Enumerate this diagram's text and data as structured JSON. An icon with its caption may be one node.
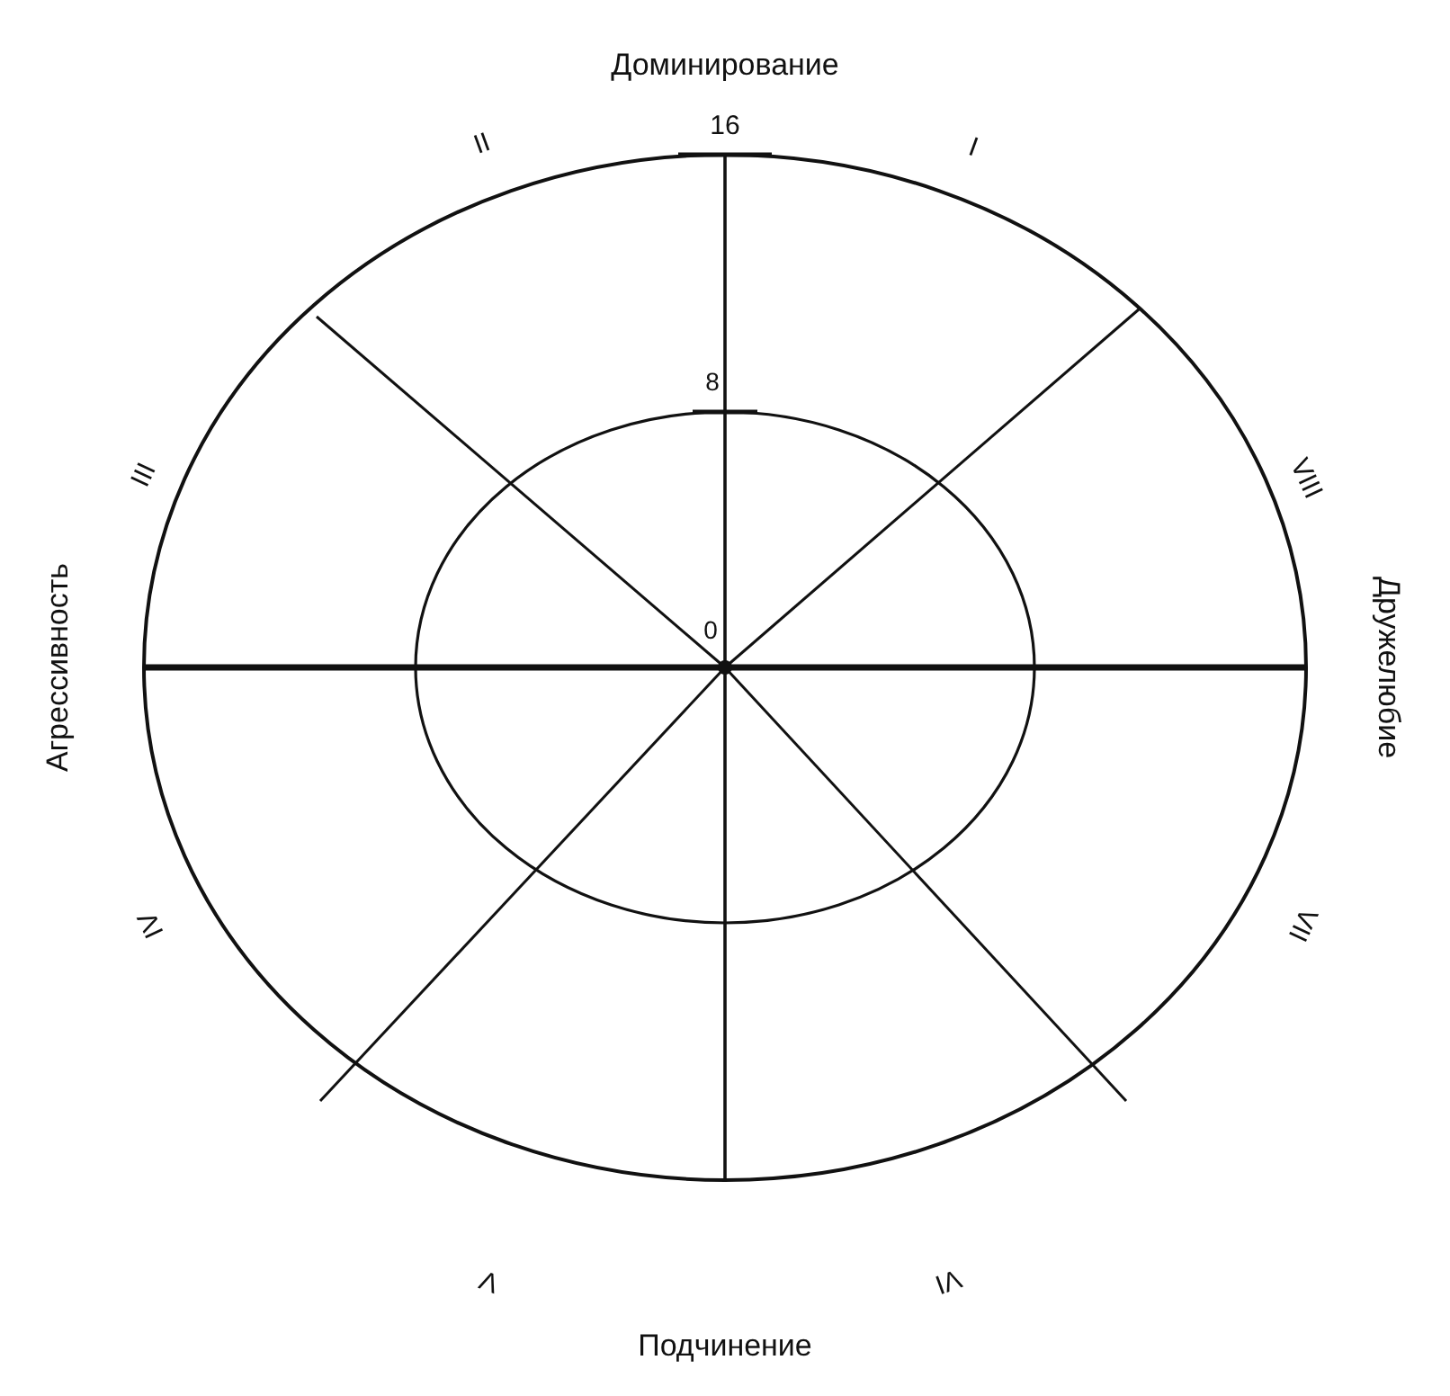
{
  "diagram": {
    "labels": [
      "Доминирование",
      "16",
      "II",
      "I",
      "8",
      "III",
      "VIII",
      "Агрессивность",
      "0",
      "Дружелюбие",
      "IV",
      "VII",
      "V",
      "VI",
      "Подчинение"
    ]
  }
}
